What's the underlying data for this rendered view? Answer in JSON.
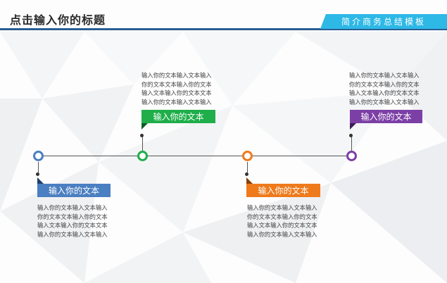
{
  "header": {
    "title": "点击输入你的标题",
    "tab_label": "简介商务总结模板"
  },
  "colors": {
    "blue": "#4a7fc1",
    "green": "#1fae4a",
    "orange": "#ee7a1c",
    "purple": "#7c3fa6",
    "header_line": "#2a5d94",
    "header_tab": "#2db8e6"
  },
  "items": [
    {
      "label": "输入你的文本",
      "text": "输入你的文本输入文本输入\n你的文本文本输入你的文本\n输入文本输入你的文本文本\n输入你的文本输入文本输入"
    },
    {
      "label": "输入你的文本",
      "text": "输入你的文本输入文本输入\n你的文本文本输入你的文本\n输入文本输入你的文本文本\n输入你的文本输入文本输入"
    },
    {
      "label": "输入你的文本",
      "text": "输入你的文本输入文本输入\n你的文本文本输入你的文本\n输入文本输入你的文本文本\n输入你的文本输入文本输入"
    },
    {
      "label": "输入你的文本",
      "text": "输入你的文本输入文本输入\n你的文本文本输入你的文本\n输入文本输入你的文本文本\n输入你的文本输入文本输入"
    }
  ]
}
